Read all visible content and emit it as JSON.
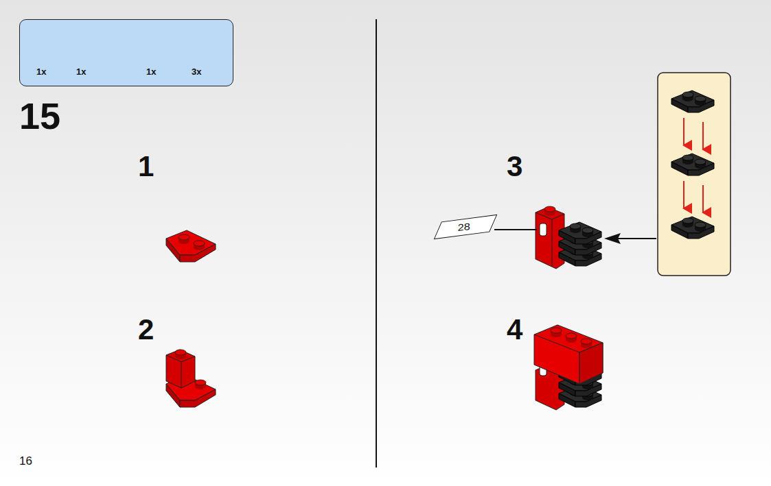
{
  "diagram": {
    "nodes": [
      {
        "text": [
          "1x",
          "1x",
          "1x",
          "3x"
        ]
      },
      {
        "text": [
          "28"
        ]
      }
    ],
    "labels": [
      "15",
      "1",
      "2",
      "3",
      "4",
      "16"
    ]
  }
}
